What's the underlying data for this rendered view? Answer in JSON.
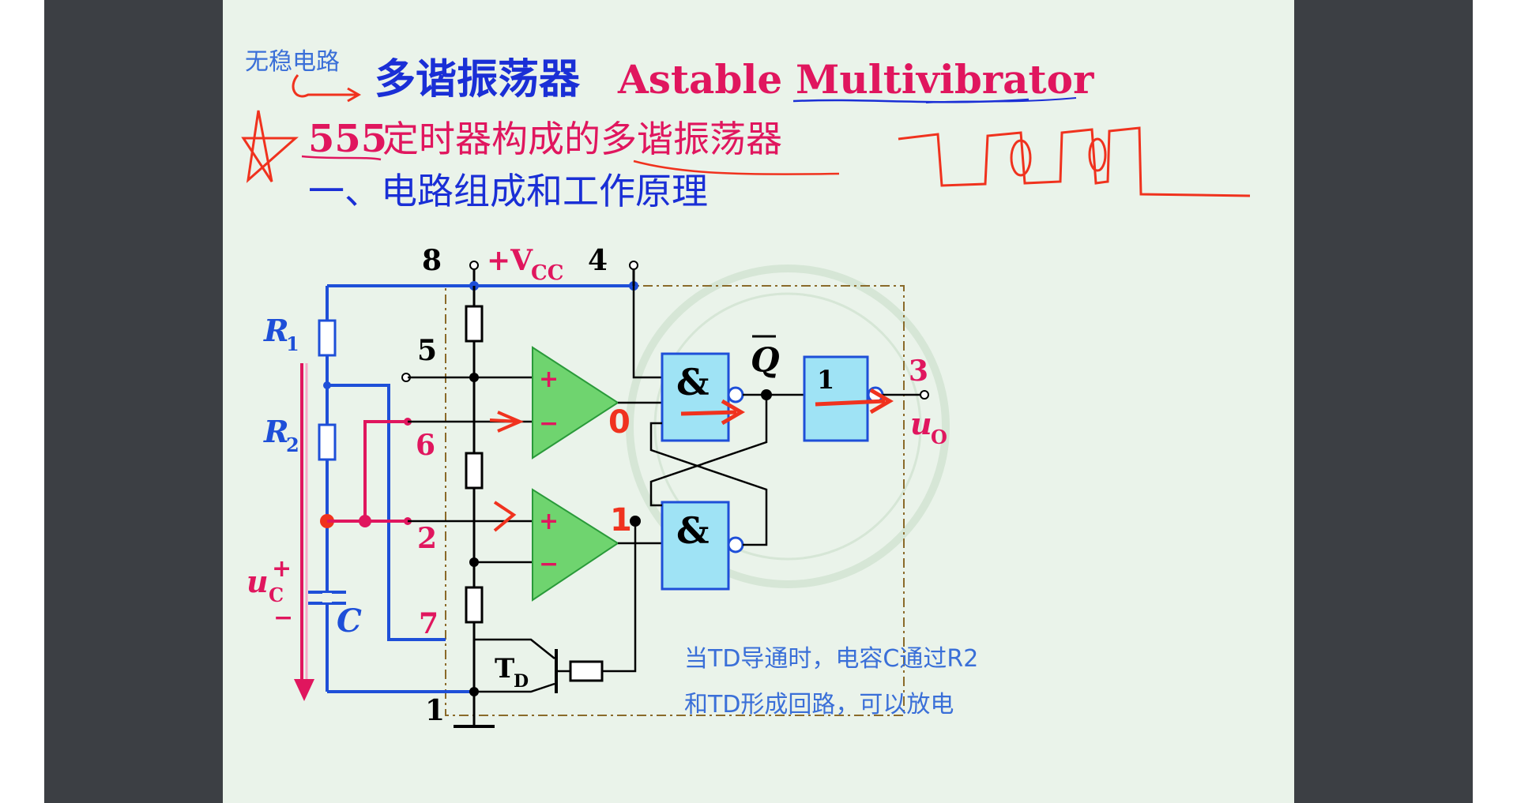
{
  "slide": {
    "annotation_top": "无稳电路",
    "title_cn": "多谐振荡器",
    "title_en": "Astable",
    "title_en_2": "Multivibrator",
    "subtitle_num": "555",
    "subtitle_text": "定时器构成的多谐振荡器",
    "section": "一、电路组成和工作原理",
    "note_line1": "当TD导通时，电容C通过R2",
    "note_line2": "和TD形成回路，可以放电"
  },
  "circuit": {
    "pin8": "8",
    "vcc_main": "+V",
    "vcc_sub": "CC",
    "pin4": "4",
    "pin5": "5",
    "pin6": "6",
    "pin2": "2",
    "pin7": "7",
    "pin1": "1",
    "pin3": "3",
    "r1_main": "R",
    "r1_sub": "1",
    "r2_main": "R",
    "r2_sub": "2",
    "cap": "C",
    "uc_main": "u",
    "uc_sub": "C",
    "uc_plus": "+",
    "uc_minus": "−",
    "uo_main": "u",
    "uo_sub": "O",
    "qbar": "Q",
    "and_gate": "&",
    "not_gate": "1",
    "td_main": "T",
    "td_sub": "D",
    "comp_plus": "+",
    "comp_minus": "−",
    "hand_zero": "0",
    "hand_one": "1"
  },
  "colors": {
    "slide_bg": "#eaf3ea",
    "frame": "#3c3f44",
    "blue_title": "#1a2fd6",
    "magenta": "#e0165e",
    "wire_blue": "#1e4fd8",
    "wire_magenta": "#e0165e",
    "annotation_red": "#f0321e",
    "comparator_fill": "#6fd46f",
    "gate_fill": "#9fe3f5",
    "note_blue": "#3a6fd8"
  }
}
